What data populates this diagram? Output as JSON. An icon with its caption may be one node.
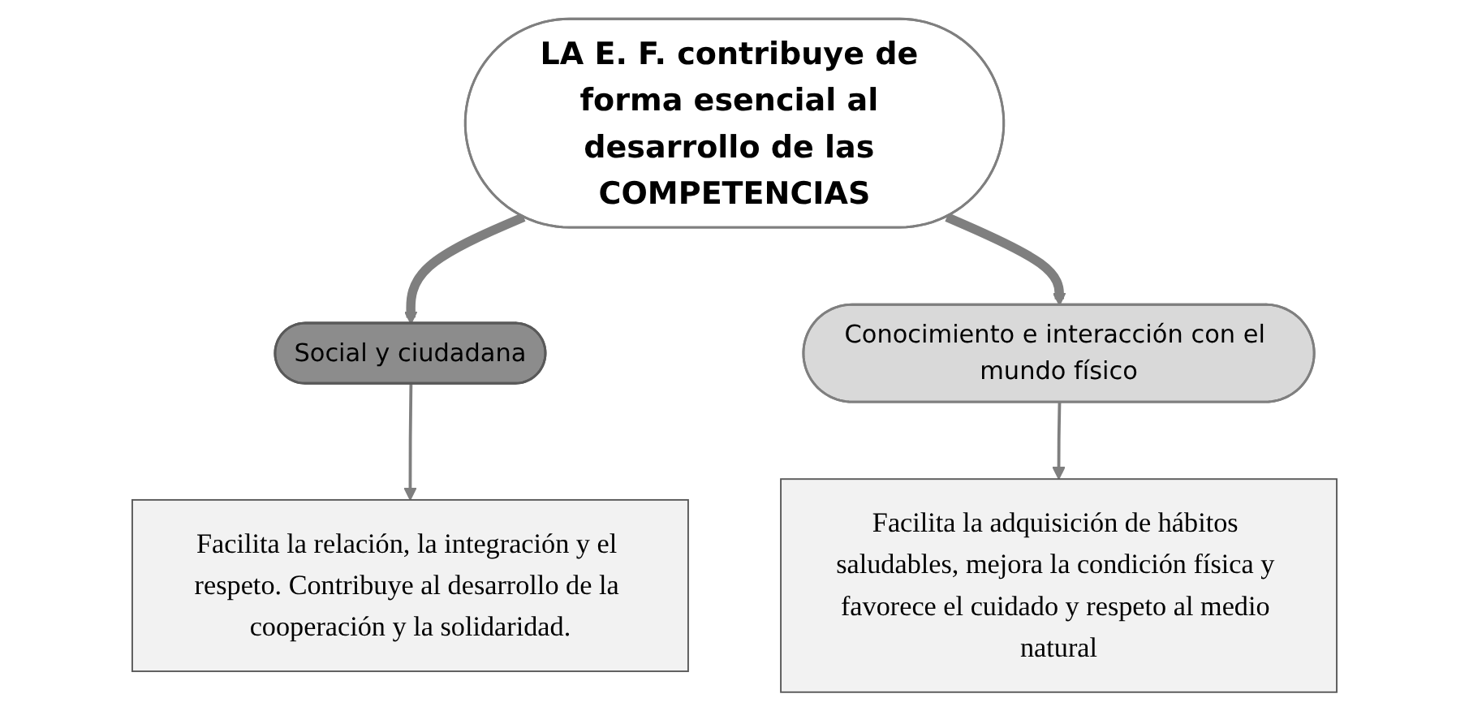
{
  "diagram": {
    "nodes": [
      {
        "text": [
          "LA E. F. contribuye de forma esencial al desarrollo de las COMPETENCIAS"
        ]
      },
      {
        "text": [
          "Social y ciudadana"
        ]
      },
      {
        "text": [
          "Conocimiento e interacción con el mundo físico"
        ]
      },
      {
        "text": [
          "Facilita la relación, la integración y el respeto. Contribuye al desarrollo de la cooperación y la solidaridad."
        ]
      },
      {
        "text": [
          "Facilita la adquisición de hábitos saludables, mejora la condición física y favorece el cuidado y respeto al medio natural"
        ]
      }
    ],
    "edges": [
      {
        "from": 0,
        "to": 1,
        "arrow": "to",
        "style": "thick"
      },
      {
        "from": 0,
        "to": 2,
        "arrow": "to",
        "style": "thick"
      },
      {
        "from": 1,
        "to": 3,
        "arrow": "to"
      },
      {
        "from": 2,
        "to": 4,
        "arrow": "to"
      }
    ]
  }
}
